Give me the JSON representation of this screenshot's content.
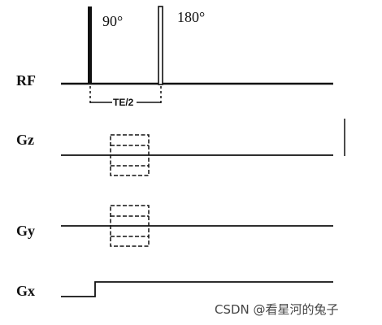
{
  "rows": {
    "rf": {
      "label": "RF"
    },
    "gz": {
      "label": "Gz"
    },
    "gy": {
      "label": "Gy"
    },
    "gx": {
      "label": "Gx"
    }
  },
  "pulses": {
    "p90": {
      "label": "90°"
    },
    "p180": {
      "label": "180°"
    }
  },
  "te_marker": {
    "label": "TE/2"
  },
  "watermark": {
    "text": "CSDN @看星河的兔子"
  }
}
